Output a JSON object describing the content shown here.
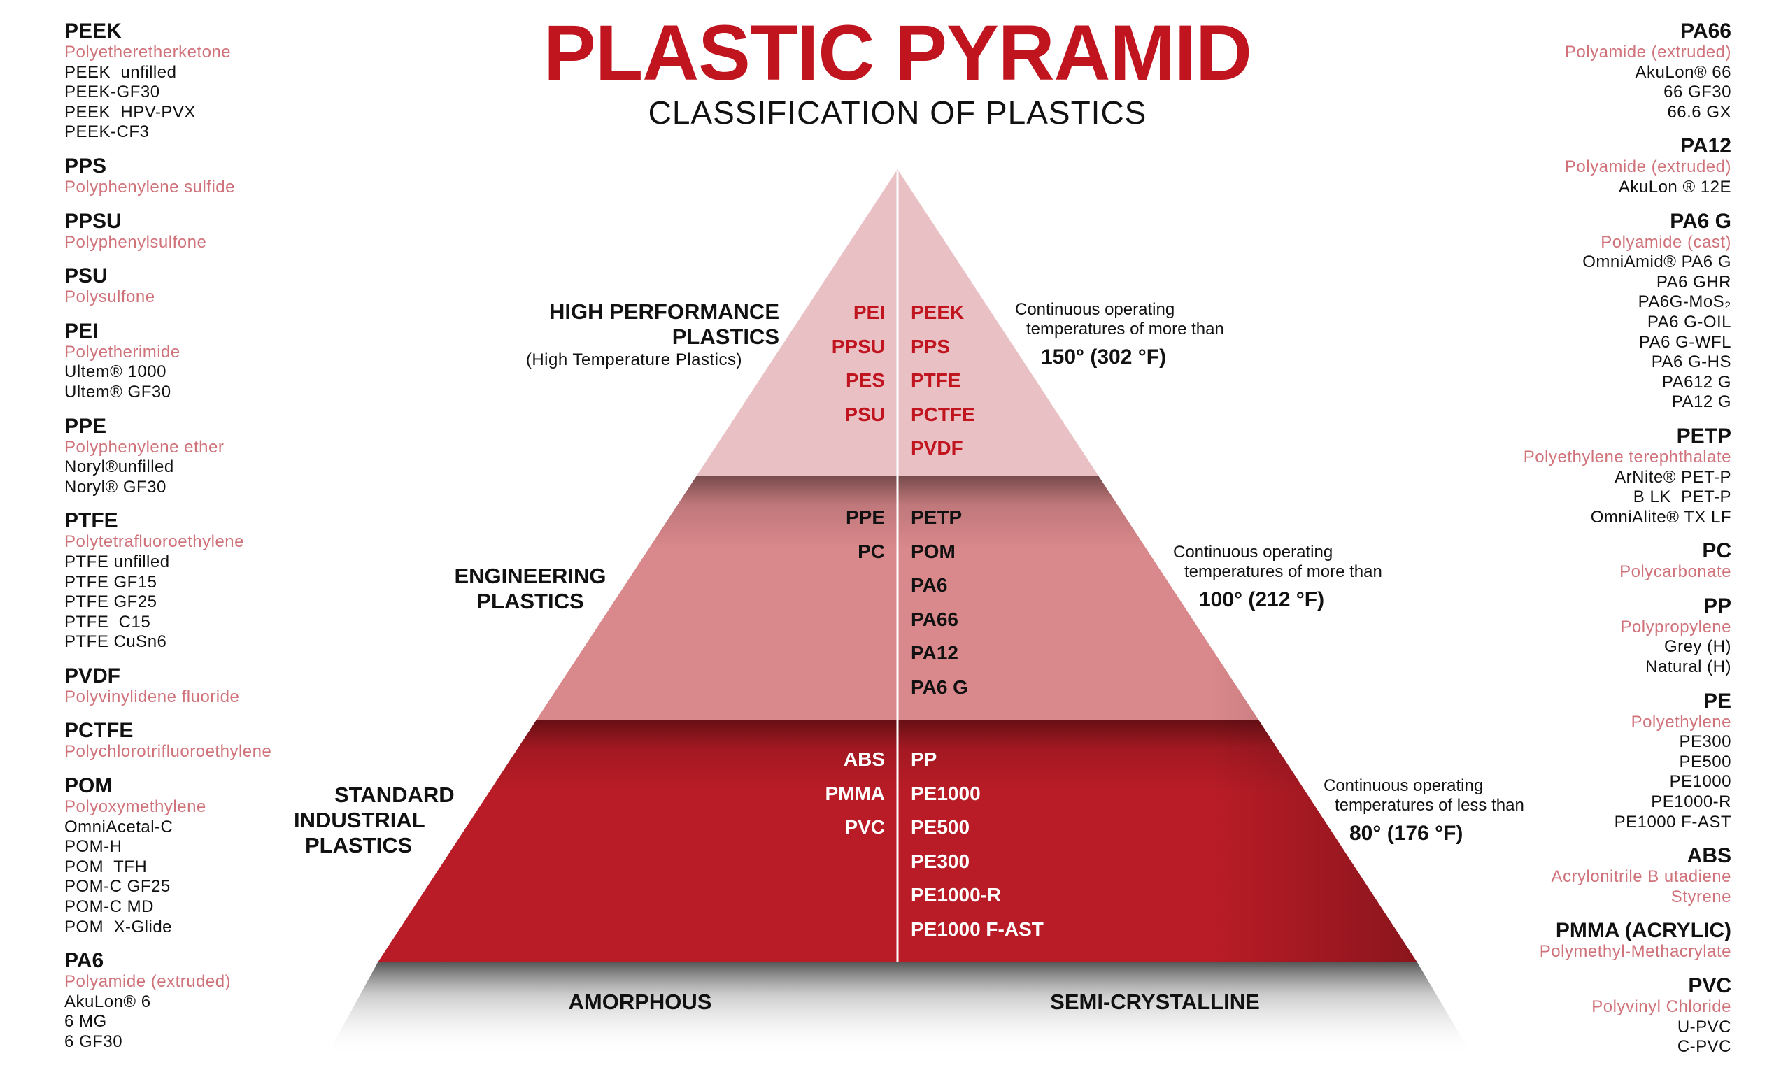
{
  "header": {
    "title": "PLASTIC PYRAMID",
    "subtitle": "CLASSIFICATION OF PLASTICS"
  },
  "colors": {
    "title_red": "#c0141f",
    "tier_top": "#e9c0c4",
    "tier_mid": "#d9888b",
    "tier_bottom": "#b91c26",
    "full_name_pink": "#d0727a"
  },
  "left_column": [
    {
      "name": "PEEK",
      "full_name": "Polyetheretherketone",
      "variants": [
        "PEEK  unfilled",
        "PEEK-GF30",
        "PEEK  HPV-PVX",
        "PEEK-CF3"
      ]
    },
    {
      "name": "PPS",
      "full_name": "Polyphenylene sulfide",
      "variants": []
    },
    {
      "name": "PPSU",
      "full_name": "Polyphenylsulfone",
      "variants": []
    },
    {
      "name": "PSU",
      "full_name": "Polysulfone",
      "variants": []
    },
    {
      "name": "PEI",
      "full_name": "Polyetherimide",
      "variants": [
        "Ultem® 1000",
        "Ultem® GF30"
      ]
    },
    {
      "name": "PPE",
      "full_name": "Polyphenylene ether",
      "variants": [
        "Noryl®unfilled",
        "Noryl® GF30"
      ]
    },
    {
      "name": "PTFE",
      "full_name": "Polytetrafluoroethylene",
      "variants": [
        "PTFE unfilled",
        "PTFE GF15",
        "PTFE GF25",
        "PTFE  C15",
        "PTFE CuSn6"
      ]
    },
    {
      "name": "PVDF",
      "full_name": "Polyvinylidene fluoride",
      "variants": []
    },
    {
      "name": "PCTFE",
      "full_name": "Polychlorotrifluoroethylene",
      "variants": []
    },
    {
      "name": "POM",
      "full_name": "Polyoxymethylene",
      "variants": [
        "OmniAcetal-C",
        "POM-H",
        "POM  TFH",
        "POM-C GF25",
        "POM-C MD",
        "POM  X-Glide"
      ]
    },
    {
      "name": "PA6",
      "full_name": "Polyamide (extruded)",
      "variants": [
        "AkuLon® 6",
        "6 MG",
        "6 GF30"
      ]
    }
  ],
  "right_column": [
    {
      "name": "PA66",
      "full_name": "Polyamide (extruded)",
      "variants": [
        "AkuLon® 66",
        "66 GF30",
        "66.6 GX"
      ]
    },
    {
      "name": "PA12",
      "full_name": "Polyamide (extruded)",
      "variants": [
        "AkuLon ® 12E"
      ]
    },
    {
      "name": "PA6 G",
      "full_name": "Polyamide (cast)",
      "variants": [
        "OmniAmid® PA6 G",
        "PA6 GHR",
        "PA6G-MoS₂",
        "PA6 G-OIL",
        "PA6 G-WFL",
        "PA6 G-HS",
        "PA612 G",
        "PA12 G"
      ]
    },
    {
      "name": "PETP",
      "full_name": "Polyethylene terephthalate",
      "variants": [
        "ArNite® PET-P",
        "B LK  PET-P",
        "OmniAlite® TX LF"
      ]
    },
    {
      "name": "PC",
      "full_name": "Polycarbonate",
      "variants": []
    },
    {
      "name": "PP",
      "full_name": "Polypropylene",
      "variants": [
        "Grey (H)",
        "Natural (H)"
      ]
    },
    {
      "name": "PE",
      "full_name": "Polyethylene",
      "variants": [
        "PE300",
        "PE500",
        "PE1000",
        "PE1000-R",
        "PE1000 F-AST"
      ]
    },
    {
      "name": "ABS",
      "full_name": "Acrylonitrile B utadiene\nStyrene",
      "variants": []
    },
    {
      "name": "PMMA (ACRYLIC)",
      "full_name": "Polymethyl-Methacrylate",
      "variants": []
    },
    {
      "name": "PVC",
      "full_name": "Polyvinyl Chloride",
      "variants": [
        "U-PVC",
        "C-PVC"
      ]
    }
  ],
  "pyramid": {
    "tiers": [
      {
        "label_lines": [
          "HIGH PERFORMANCE",
          "PLASTICS"
        ],
        "sub_label": "(High Temperature Plastics)",
        "amorphous": [
          "PEI",
          "PPSU",
          "PES",
          "PSU"
        ],
        "semi_crystalline": [
          "PEEK",
          "PPS",
          "PTFE",
          "PCTFE",
          "PVDF"
        ],
        "note": [
          "Continuous operating",
          "temperatures of more than"
        ],
        "temperature": "150° (302 °F)"
      },
      {
        "label_lines": [
          "ENGINEERING",
          "PLASTICS"
        ],
        "sub_label": "",
        "amorphous": [
          "PPE",
          "PC"
        ],
        "semi_crystalline": [
          "PETP",
          "POM",
          "PA6",
          "PA66",
          "PA12",
          "PA6 G"
        ],
        "note": [
          "Continuous operating",
          "temperatures of more than"
        ],
        "temperature": "100° (212 °F)"
      },
      {
        "label_lines": [
          "STANDARD",
          "INDUSTRIAL",
          "PLASTICS"
        ],
        "sub_label": "",
        "amorphous": [
          "ABS",
          "PMMA",
          "PVC"
        ],
        "semi_crystalline": [
          "PP",
          "PE1000",
          "PE500",
          "PE300",
          "PE1000-R",
          "PE1000 F-AST"
        ],
        "note": [
          "Continuous operating",
          "temperatures of less than"
        ],
        "temperature": "80° (176 °F)"
      }
    ],
    "base_left": "AMORPHOUS",
    "base_right": "SEMI-CRYSTALLINE"
  }
}
